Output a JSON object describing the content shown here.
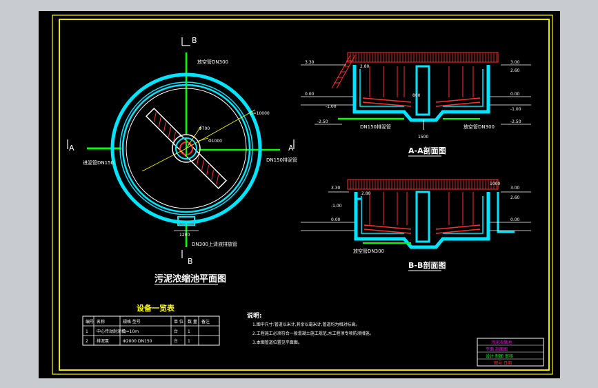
{
  "plan": {
    "title": "污泥浓缩池平面图",
    "section_b_top": "B",
    "section_b_bottom": "B",
    "section_a_left": "A",
    "section_a_right": "A",
    "label_drain_top": "放空管DN300",
    "label_inlet_left": "进泥管DN150",
    "label_outlet_right": "DN150排泥管",
    "label_supernatant": "DN300上清液排放管",
    "dim_diameter": "D=10000",
    "dim_center": "Φ700",
    "dim_inner": "Φ1000",
    "dim_bottom": "1200"
  },
  "section_aa": {
    "title": "A-A剖面图",
    "elev_left_top": "3.30",
    "elev_left_mid": "2.80",
    "elev_left_ground": "0.00",
    "elev_left_low": "-1.00",
    "elev_left_bottom": "-2.50",
    "elev_right_top": "3.00",
    "elev_right_mid": "2.60",
    "elev_right_ground": "0.00",
    "elev_right_low": "-1.00",
    "elev_right_bottom": "-2.50",
    "label_pipe_left": "DN150排泥管",
    "label_pipe_right": "放空管DN300",
    "dim_center": "800",
    "dim_bottom": "1500"
  },
  "section_bb": {
    "title": "B-B剖面图",
    "elev_left_top": "3.30",
    "elev_left_mid": "2.80",
    "elev_left_ground": "0.00",
    "elev_left_bottom": "-1.00",
    "elev_right_top": "3.00",
    "elev_right_mid": "2.60",
    "elev_right_ground": "0.00",
    "label_pipe": "放空管DN300",
    "dim_top": "1000"
  },
  "equipment": {
    "title": "设备一览表",
    "headers": [
      "编号",
      "名称",
      "规格 型号",
      "单 位",
      "数 量",
      "备注"
    ],
    "rows": [
      [
        "1",
        "中心传动刮泥机",
        "D=10m",
        "台",
        "1",
        ""
      ],
      [
        "2",
        "排泥泵",
        "Φ2000 DN150",
        "台",
        "1",
        ""
      ]
    ]
  },
  "notes": {
    "title": "说明:",
    "items": [
      "1.图中尺寸:管道以米计,其余以毫米计,管道均为相对标高。",
      "2.工程施工必须符合一般混凝土施工规范,水工程须专项防渗措施。",
      "3.本图管道位置见平面图。"
    ]
  },
  "titleblock": {
    "line1": "污泥浓缩池",
    "line2": "平面 剖面图",
    "line3": "设计 制图 审核",
    "line4": "图号 日期"
  },
  "colors": {
    "frame": "#ffff00",
    "concrete": "#00e5ff",
    "pipe_green": "#00ff00",
    "railing": "#ff3030",
    "white": "#ffffff",
    "magenta": "#ff00ff"
  }
}
